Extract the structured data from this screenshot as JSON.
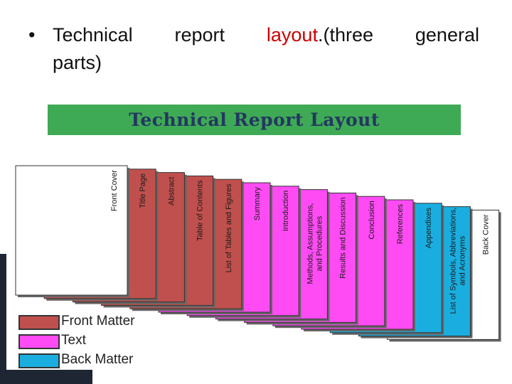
{
  "bullet": {
    "dot": "•",
    "w1": "Technical",
    "w2": "report",
    "w3": "layout",
    "w4": ".(three",
    "w5": "general",
    "w6": "parts)"
  },
  "banner": {
    "title": "Technical Report Layout"
  },
  "colors": {
    "front": "#c0504d",
    "text": "#ff4bf4",
    "back": "#1aaee0",
    "banner": "#3faa55",
    "banner_text": "#23375f"
  },
  "legend": [
    {
      "label": "Front Matter",
      "category": "front"
    },
    {
      "label": "Text",
      "category": "text"
    },
    {
      "label": "Back Matter",
      "category": "back"
    }
  ],
  "pages": [
    {
      "label": "Back Cover",
      "category": "cover"
    },
    {
      "label": "List of Symbols, Abbreviations, and Acronyms",
      "category": "back"
    },
    {
      "label": "Appendixes",
      "category": "back"
    },
    {
      "label": "References",
      "category": "text"
    },
    {
      "label": "Conclusion",
      "category": "text"
    },
    {
      "label": "Results and Discussion",
      "category": "text"
    },
    {
      "label": "Methods, Assumptions, and Procedures",
      "category": "text"
    },
    {
      "label": "Introduction",
      "category": "text"
    },
    {
      "label": "Summary",
      "category": "text"
    },
    {
      "label": "List of Tables and Figures",
      "category": "front"
    },
    {
      "label": "Table of Contents",
      "category": "front"
    },
    {
      "label": "Abstract",
      "category": "front"
    },
    {
      "label": "Title Page",
      "category": "front"
    },
    {
      "label": "Front Cover",
      "category": "cover"
    }
  ]
}
